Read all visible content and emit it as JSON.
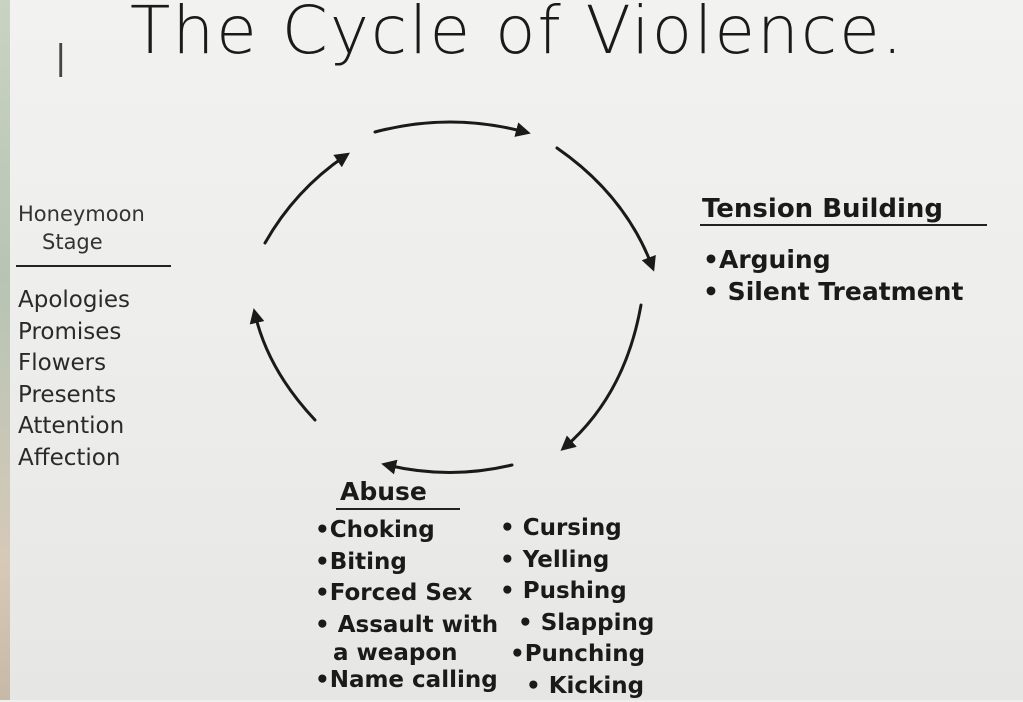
{
  "title": "The Cycle of Violence.",
  "margin_mark": "|",
  "honeymoon": {
    "heading_line1": "Honeymoon",
    "heading_line2": "Stage",
    "items": [
      "Apologies",
      "Promises",
      "Flowers",
      "Presents",
      "Attention",
      "Affection"
    ]
  },
  "tension": {
    "heading": "Tension Building",
    "items": [
      "•Arguing",
      "• Silent Treatment"
    ]
  },
  "abuse": {
    "heading": "Abuse",
    "left_items": [
      "•Choking",
      "•Biting",
      "•Forced Sex",
      "• Assault with",
      "a weapon",
      "•Name calling"
    ],
    "right_items": [
      "• Cursing",
      "• Yelling",
      "• Pushing",
      "• Slapping",
      "•Punching",
      "• Kicking"
    ]
  }
}
